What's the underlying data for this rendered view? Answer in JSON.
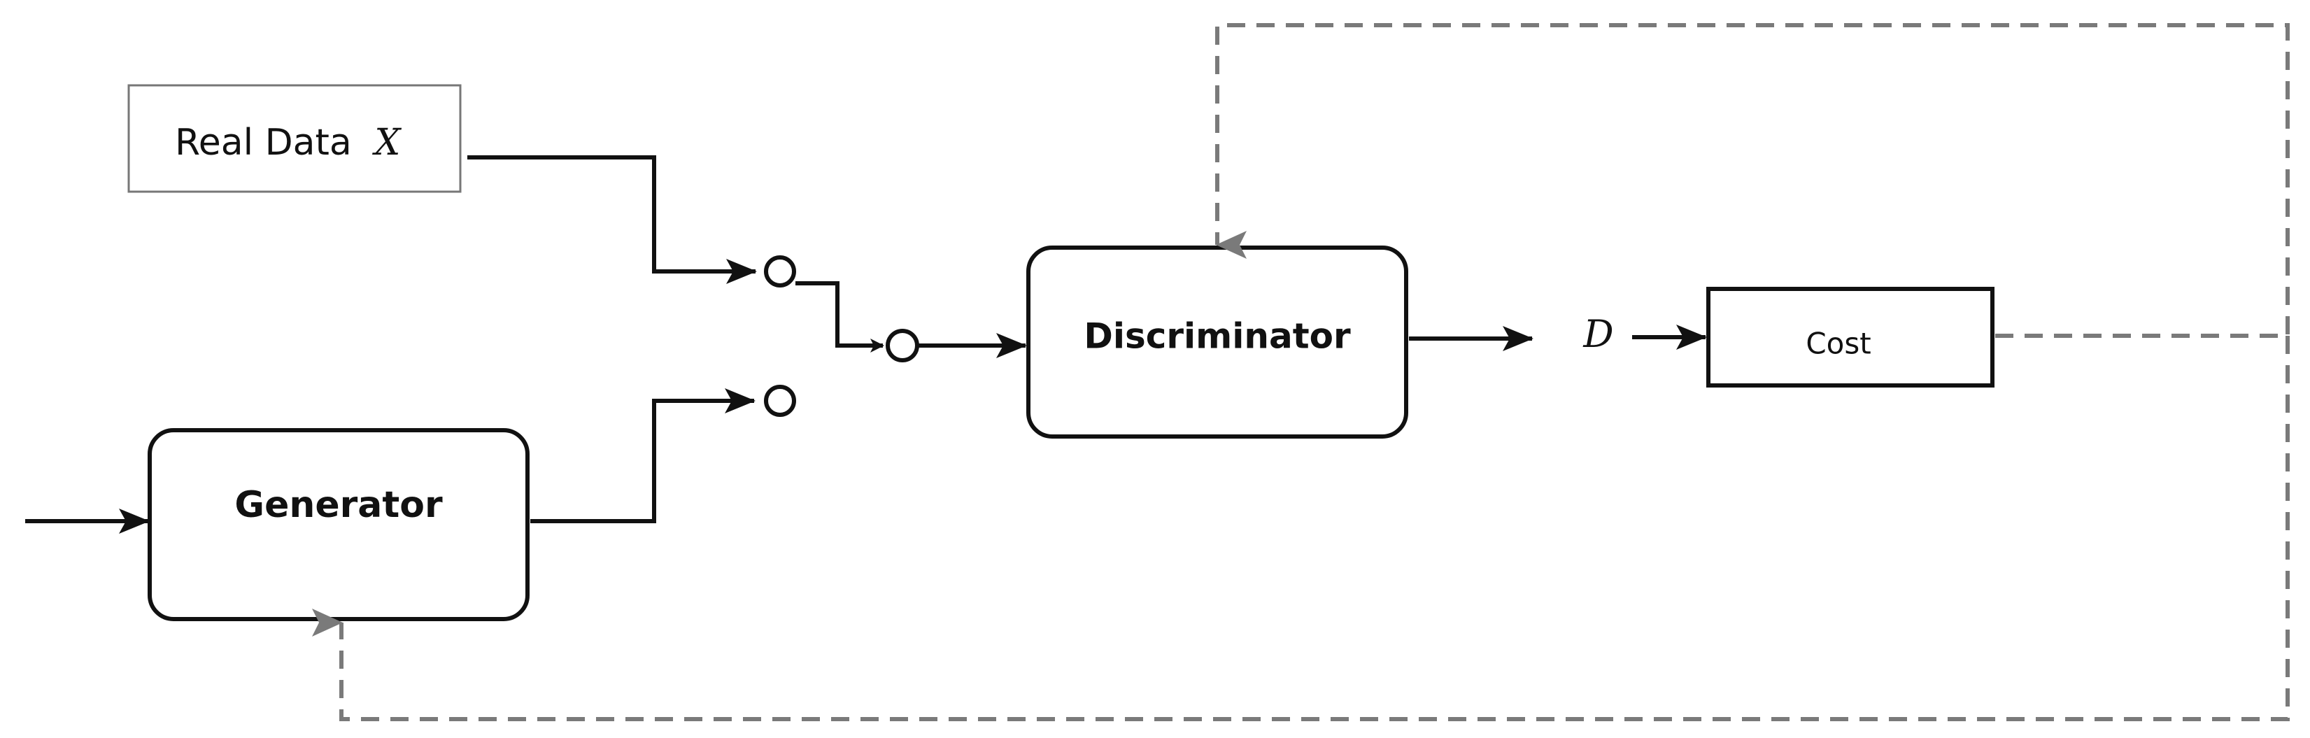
{
  "nodes": {
    "real_data": {
      "label": "Real Data",
      "var": "X"
    },
    "generator": {
      "label": "Generator"
    },
    "discriminator": {
      "label": "Discriminator"
    },
    "d_output": {
      "label": "D"
    },
    "cost": {
      "label": "Cost"
    }
  },
  "colors": {
    "solid_line": "#111111",
    "feedback_line": "#7a7a7a",
    "box_fill": "#ffffff"
  },
  "edges": [
    {
      "from": "real_data",
      "to": "switch-terminal-top",
      "style": "solid"
    },
    {
      "from": "generator",
      "to": "switch-terminal-bottom",
      "style": "solid"
    },
    {
      "from": "input",
      "to": "generator",
      "style": "solid"
    },
    {
      "from": "switch",
      "to": "discriminator",
      "style": "solid"
    },
    {
      "from": "discriminator",
      "to": "d_output",
      "style": "solid"
    },
    {
      "from": "d_output",
      "to": "cost",
      "style": "solid"
    },
    {
      "from": "cost",
      "to": "discriminator",
      "style": "dashed"
    },
    {
      "from": "cost",
      "to": "generator",
      "style": "dashed"
    }
  ]
}
